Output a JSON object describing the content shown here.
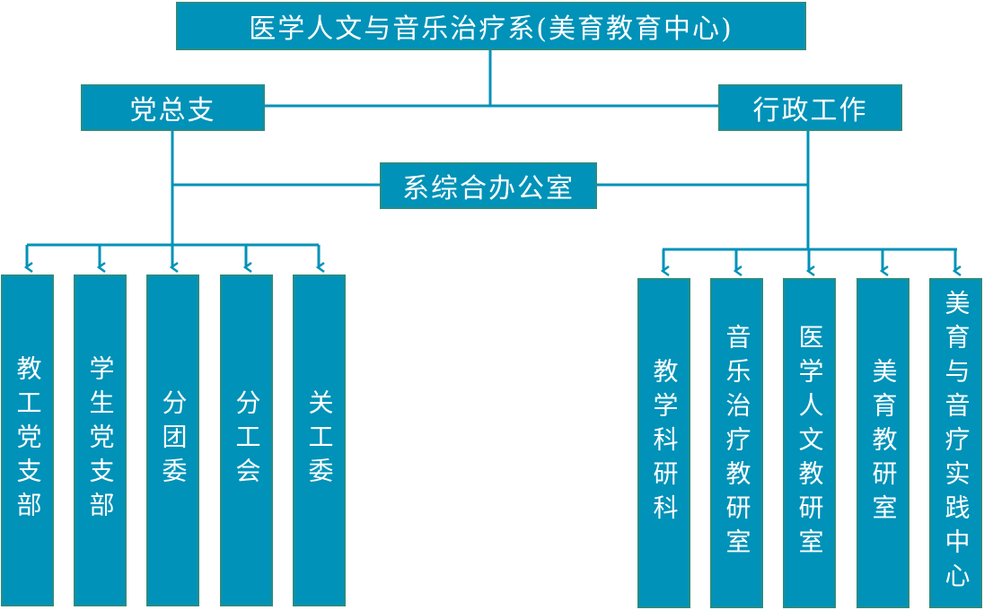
{
  "colors": {
    "box_fill": "#0092b8",
    "box_border": "#2a8c82",
    "connector": "#0092b8",
    "text": "#ffffff"
  },
  "root": {
    "label": "医学人文与音乐治疗系(美育教育中心)"
  },
  "branches": {
    "party": {
      "label": "党总支"
    },
    "admin": {
      "label": "行政工作"
    },
    "office": {
      "label": "系综合办公室"
    }
  },
  "party_units": [
    {
      "label": "教工党支部"
    },
    {
      "label": "学生党支部"
    },
    {
      "label": "分团委"
    },
    {
      "label": "分工会"
    },
    {
      "label": "关工委"
    }
  ],
  "admin_units": [
    {
      "label": "教学科研科"
    },
    {
      "label": "音乐治疗教研室"
    },
    {
      "label": "医学人文教研室"
    },
    {
      "label": "美育教研室"
    },
    {
      "label": "美育与音疗实践中心"
    }
  ]
}
